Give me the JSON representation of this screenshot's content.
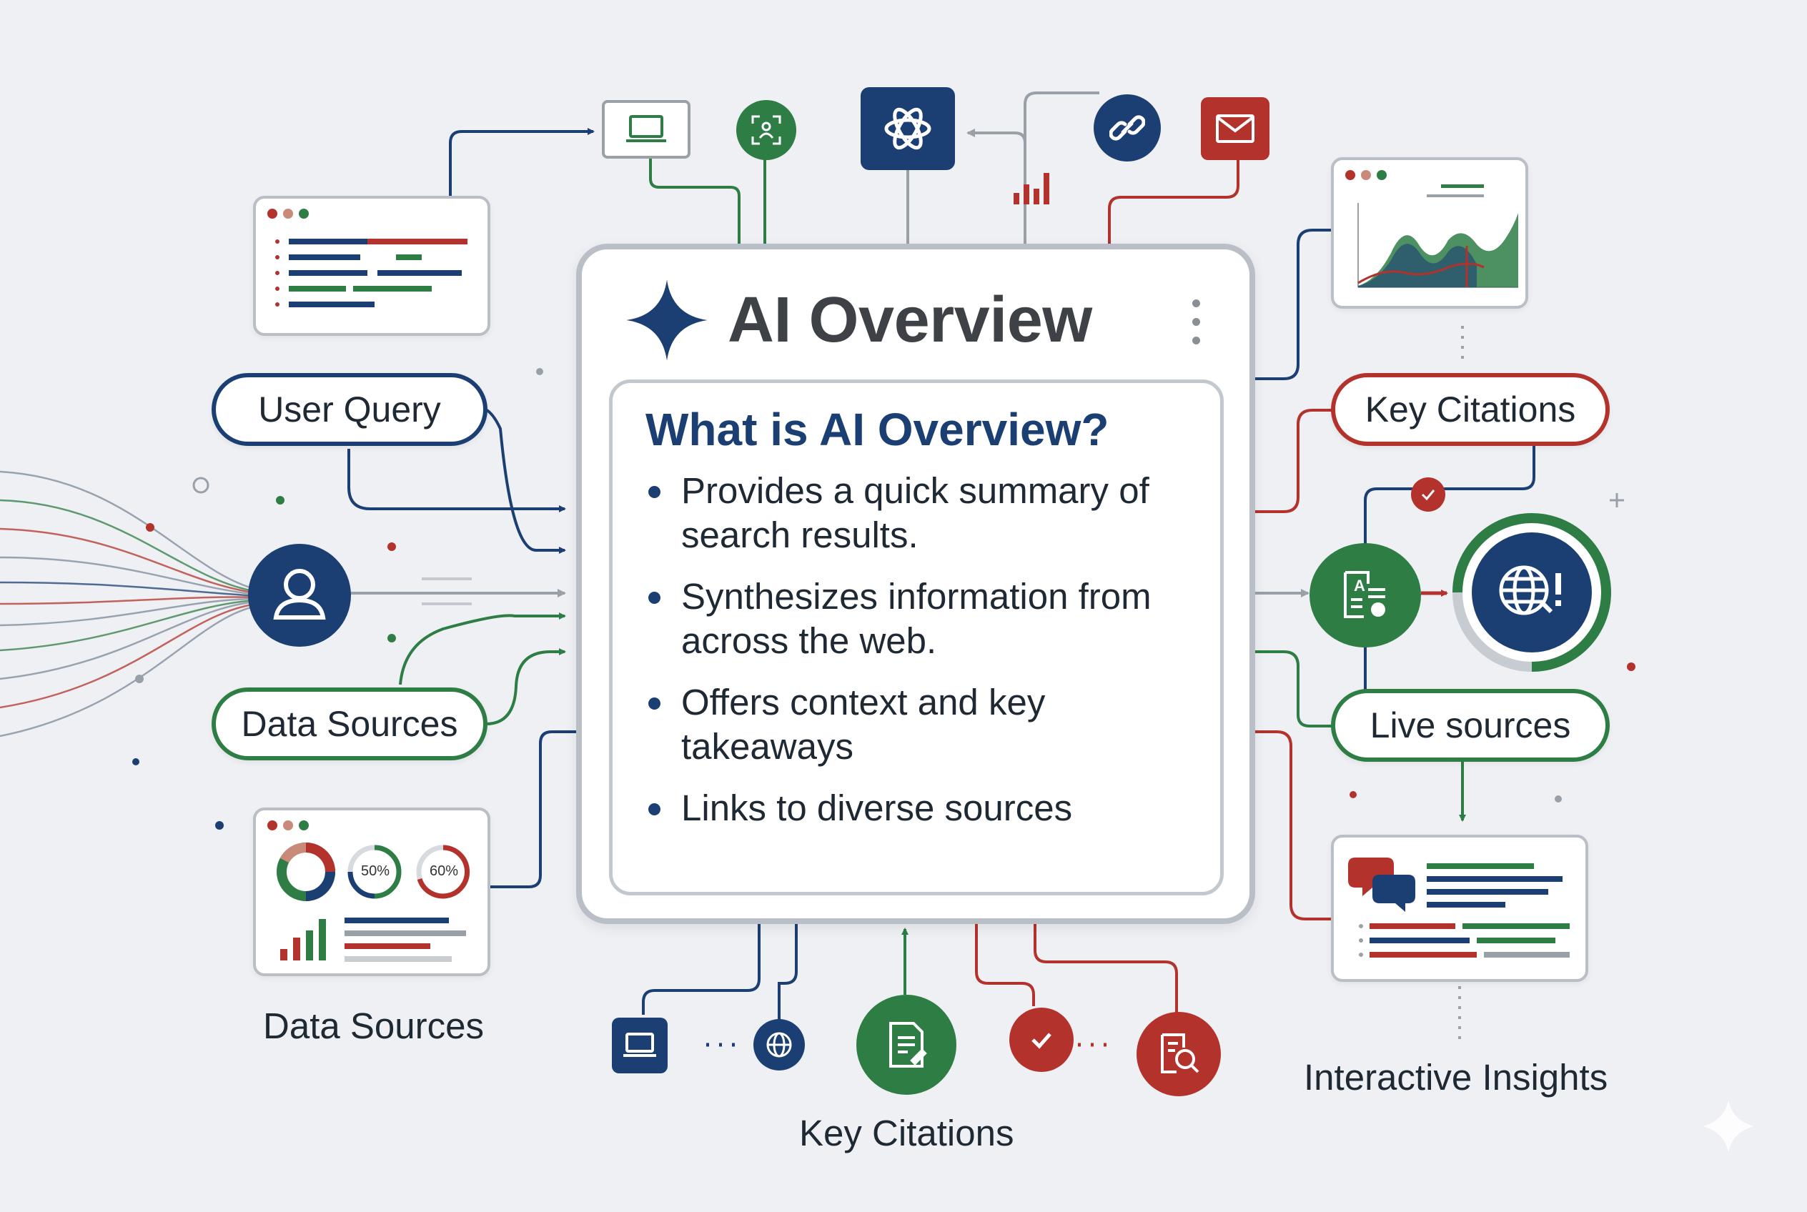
{
  "overview": {
    "title": "AI Overview",
    "heading": "What is AI Overview?",
    "bullets": [
      "Provides a quick summary of search results.",
      "Synthesizes information from across the web.",
      "Offers context and key takeaways",
      "Links to diverse sources"
    ]
  },
  "pills": {
    "user_query": "User Query",
    "data_sources": "Data Sources",
    "key_citations": "Key Citations",
    "live_sources": "Live sources"
  },
  "captions": {
    "data_sources": "Data Sources",
    "key_citations": "Key Citations",
    "interactive_insights": "Interactive Insights"
  },
  "stat_card": {
    "ring_a": "50%",
    "ring_b": "60%"
  },
  "colors": {
    "blue": "#1c3f73",
    "green": "#2e7d45",
    "red": "#b3332c",
    "gray": "#b9bec7"
  },
  "icons": {
    "top_row": [
      "laptop-icon",
      "scan-icon",
      "openai-logo-icon",
      "link-icon",
      "mail-icon"
    ],
    "bottom_row": [
      "laptop-icon",
      "globe-icon",
      "document-icon",
      "check-icon",
      "search-document-icon"
    ],
    "right_nodes": [
      "translate-document-icon",
      "globe-alert-icon"
    ]
  }
}
